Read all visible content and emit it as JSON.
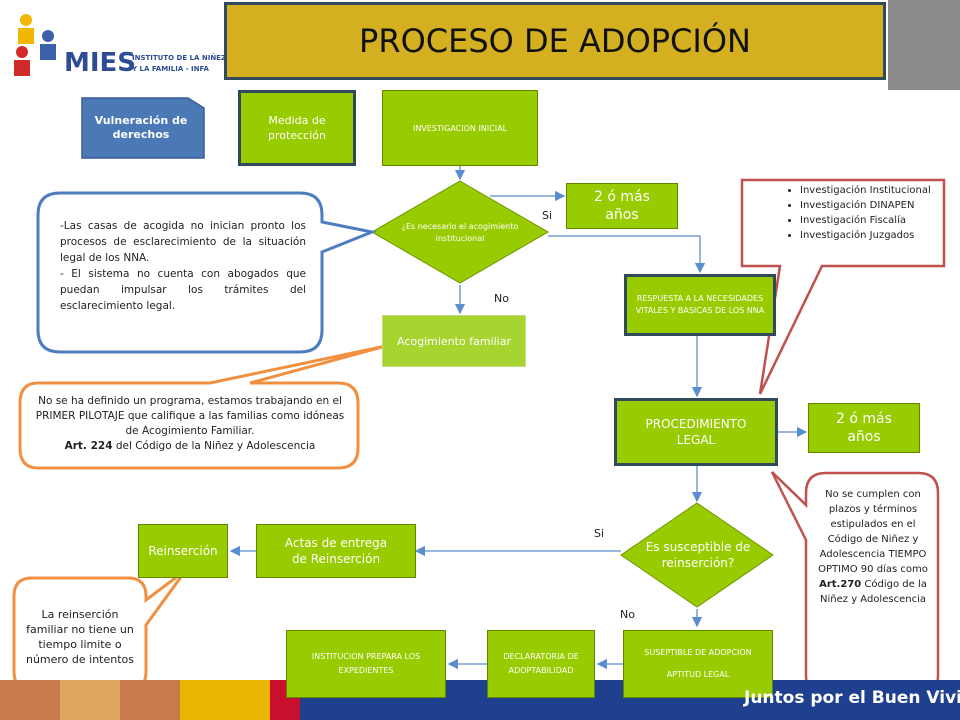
{
  "logo": {
    "brand": "MIES",
    "line1": "INSTITUTO DE LA NIÑEZ",
    "line2": "Y LA FAMILIA - INFA"
  },
  "title": "PROCESO DE ADOPCIÓN",
  "footer": {
    "slogan": "Juntos por el Buen Vivir."
  },
  "nodes": {
    "vulneracion": "Vulneración de derechos",
    "medida": "Medida de protección",
    "investigacion": "INVESTIGACION INICIAL",
    "decision1": "¿Es necesario el acogimiento institucional",
    "anios_top": "2 ó más años",
    "acogimiento": "Acogimiento familiar",
    "respuesta": "RESPUESTA A LA NECESIDADES VITALES Y BASICAS DE LOS NNA",
    "procedimiento": "PROCEDIMIENTO LEGAL",
    "anios_mid": "2 ó más años",
    "decision2": "Es susceptible de reinserción?",
    "actas": "Actas de entrega de Reinserción",
    "reinsercion": "Reinserción",
    "susceptible_1": "SUSEPTIBLE DE ADOPCION",
    "susceptible_2": "APTITUD LEGAL",
    "declaratoria": "DECLARATORIA DE ADOPTABILIDAD",
    "institucion": "INSTITUCION PREPARA LOS EXPEDIENTES"
  },
  "edge_labels": {
    "si_1": "Si",
    "no_1": "No",
    "si_2": "Si",
    "no_2": "No"
  },
  "callouts": {
    "casas_1": "-Las casas de acogida no inician pronto los procesos de esclarecimiento de la situación legal de los NNA.",
    "casas_2": "- El sistema no cuenta con abogados que puedan impulsar los trámites del esclarecimiento legal.",
    "programa_1": "No se ha definido un programa, estamos trabajando en el PRIMER PILOTAJE que califique a las familias como idóneas de Acogimiento Familiar.",
    "programa_art": "Art. 224",
    "programa_2": " del Código de la Niñez y Adolescencia",
    "investigaciones": [
      "Investigación Institucional",
      "Investigación DINAPEN",
      "Investigación Fiscalía",
      "Investigación Juzgados"
    ],
    "plazos_1": "No se cumplen con plazos y términos estipulados en el Código de Niñez y Adolescencia TIEMPO OPTIMO 90 días como",
    "plazos_art": "Art.270",
    "plazos_2": " Código de la Niñez y Adolescencia",
    "reinsercion_note": "La reinserción familiar no tiene un tiempo limite o número de intentos"
  },
  "colors": {
    "green": "#99cc00",
    "title_bg": "#d4b020",
    "title_border": "#2f4a5a",
    "blue_box": "#4a79b6",
    "callout_blue": "#4f7ec0",
    "callout_orange": "#f09040",
    "callout_red": "#c0504d",
    "footer_blue": "#1f3f8f"
  }
}
